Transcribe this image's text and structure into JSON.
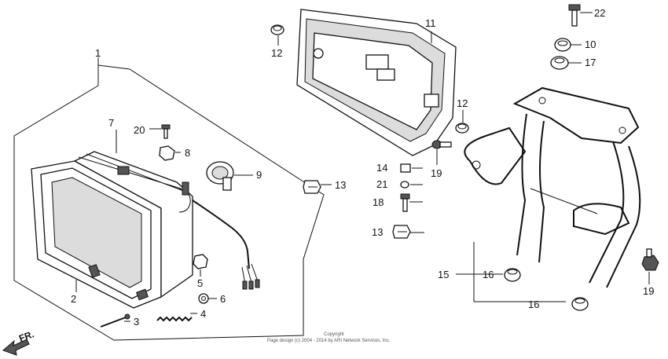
{
  "callouts": [
    {
      "id": "c1",
      "label": "1"
    },
    {
      "id": "c2",
      "label": "2"
    },
    {
      "id": "c3",
      "label": "3"
    },
    {
      "id": "c4",
      "label": "4"
    },
    {
      "id": "c5",
      "label": "5"
    },
    {
      "id": "c6",
      "label": "6"
    },
    {
      "id": "c7",
      "label": "7"
    },
    {
      "id": "c8",
      "label": "8"
    },
    {
      "id": "c9",
      "label": "9"
    },
    {
      "id": "c10",
      "label": "10"
    },
    {
      "id": "c11",
      "label": "11"
    },
    {
      "id": "c12a",
      "label": "12"
    },
    {
      "id": "c12b",
      "label": "12"
    },
    {
      "id": "c13a",
      "label": "13"
    },
    {
      "id": "c13b",
      "label": "13"
    },
    {
      "id": "c14",
      "label": "14"
    },
    {
      "id": "c15",
      "label": "15"
    },
    {
      "id": "c16a",
      "label": "16"
    },
    {
      "id": "c16b",
      "label": "16"
    },
    {
      "id": "c17",
      "label": "17"
    },
    {
      "id": "c18",
      "label": "18"
    },
    {
      "id": "c19a",
      "label": "19"
    },
    {
      "id": "c19b",
      "label": "19"
    },
    {
      "id": "c20",
      "label": "20"
    },
    {
      "id": "c21",
      "label": "21"
    },
    {
      "id": "c22",
      "label": "22"
    }
  ],
  "direction_label": "FR.",
  "copyright": {
    "line1": "Copyright",
    "line2": "Page design (c) 2004 - 2014 by ARI Network Services, Inc."
  }
}
